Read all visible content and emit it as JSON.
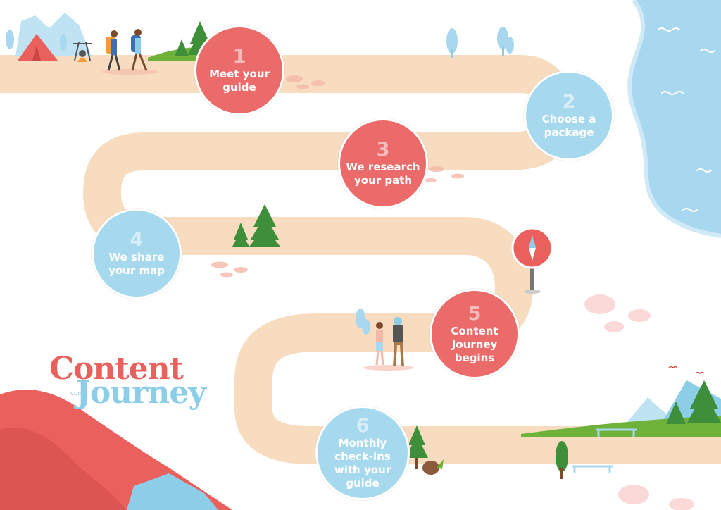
{
  "colors": {
    "path": "#f8dcc0",
    "path_dots": "#f4b8a8",
    "step_red": "#ea6b69",
    "step_blue": "#a7d9ee",
    "lake": "#a8d8ef",
    "grass": "#6fb23a",
    "tree": "#3f8f3a",
    "mountain_red": "#e9605c",
    "logo_red": "#e9605c",
    "logo_blue": "#8ccde8"
  },
  "steps": [
    {
      "number": "1",
      "label": "Meet your\nguide",
      "color": "red"
    },
    {
      "number": "2",
      "label": "Choose a\npackage",
      "color": "blue"
    },
    {
      "number": "3",
      "label": "We research\nyour path",
      "color": "red"
    },
    {
      "number": "4",
      "label": "We share\nyour map",
      "color": "blue"
    },
    {
      "number": "5",
      "label": "Content\nJourney\nbegins",
      "color": "red"
    },
    {
      "number": "6",
      "label": "Monthly\ncheck-ins\nwith your\nguide",
      "color": "blue"
    }
  ],
  "logo": {
    "line1": "Content",
    "line2": "Journey",
    "suffix": "com"
  },
  "icons": [
    "tent-icon",
    "campfire-icon",
    "hikers-icon",
    "compass-sign-icon",
    "pine-tree-icon",
    "lake-icon",
    "mountain-icon",
    "bench-icon",
    "bird-icon"
  ]
}
